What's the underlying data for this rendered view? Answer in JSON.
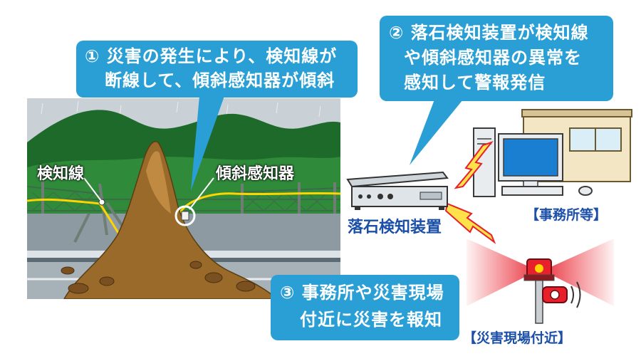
{
  "callouts": {
    "step1": {
      "num": "①",
      "line1": "災害の発生により、検知線が",
      "line2": "断線して、傾斜感知器が傾斜"
    },
    "step2": {
      "num": "②",
      "line1": "落石検知装置が検知線",
      "line2": "や傾斜感知器の異常を",
      "line3": "感知して警報発信"
    },
    "step3": {
      "num": "③",
      "line1": "事務所や災害現場",
      "line2": "付近に災害を報知"
    }
  },
  "labels": {
    "detection_wire": "検知線",
    "tilt_sensor": "傾斜感知器",
    "detector_device": "落石検知装置",
    "office": "【事務所等】",
    "site": "【災害現場付近】"
  },
  "colors": {
    "callout_blue": "#2a9fd6",
    "label_blue": "#1b4fa8",
    "mountain_green": "#1e6a2a",
    "sky_gray": "#c9d1d6",
    "rubble_brown": "#9a6a2a",
    "wire_yellow": "#ffd400",
    "alarm_red": "#e8202c"
  }
}
